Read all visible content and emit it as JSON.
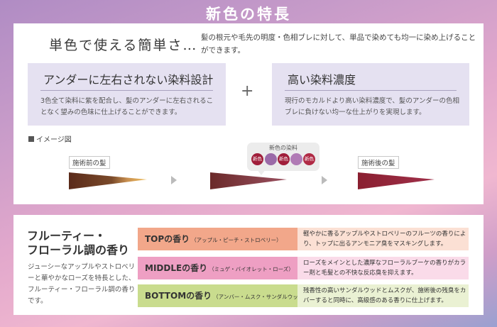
{
  "title": "新色の特長",
  "panel1": {
    "headline": "単色で使える簡単さ…",
    "headline_desc": "髪の根元や毛先の明度・色相ブレに対して、単品で染めても均一に染め上げることができます。",
    "features": [
      {
        "title": "アンダーに左右されない染料設計",
        "desc": "3色全て染料に紫を配合し、髪のアンダーに左右されることなく望みの色味に仕上げることができます。"
      },
      {
        "title": "高い染料濃度",
        "desc": "現行のモカルドより高い染料濃度で、髪のアンダーの色相ブレに負けない均一な仕上がりを実現します。"
      }
    ],
    "plus": "+",
    "image_label": "イメージ図",
    "before_label": "施術前の髪",
    "after_label": "施術後の髪",
    "dye_label": "新色の染料",
    "dye_dots": [
      {
        "text": "新色",
        "color": "#a01e3a"
      },
      {
        "text": "",
        "color": "#9b6aa8"
      },
      {
        "text": "新色",
        "color": "#a01e3a"
      },
      {
        "text": "",
        "color": "#b07ab5"
      },
      {
        "text": "新色",
        "color": "#b02a45"
      }
    ],
    "colors": {
      "before_dark": "#5a2a1a",
      "before_light": "#f0c060",
      "mid_hair": "#6b2a2a",
      "after_hair": "#8a1f30"
    }
  },
  "panel2": {
    "title_line1": "フルーティー・",
    "title_line2": "フローラル調の香り",
    "desc": "ジューシーなアップルやストロベリーと華やかなローズを特長とした、フルーティー・フローラル調の香りです。",
    "notes": [
      {
        "label": "TOPの香り",
        "sub": "（アップル・ピーチ・ストロベリー）",
        "desc": "軽やかに香るアップルやストロベリーのフルーツの香りにより、トップに出るアンモニア臭をマスキングします。"
      },
      {
        "label": "MIDDLEの香り",
        "sub": "（ミュゲ・バイオレット・ローズ）",
        "desc": "ローズをメインとした濃厚なフローラルブーケの香りがカラー剤と毛髪との不快な反応臭を抑えます。"
      },
      {
        "label": "BOTTOMの香り",
        "sub": "（アンバー・ムスク・サンダルウッド）",
        "desc": "残香性の高いサンダルウッドとムスクが、施術後の残臭をカバーすると同時に、高級感のある香りに仕上げます。"
      }
    ]
  }
}
